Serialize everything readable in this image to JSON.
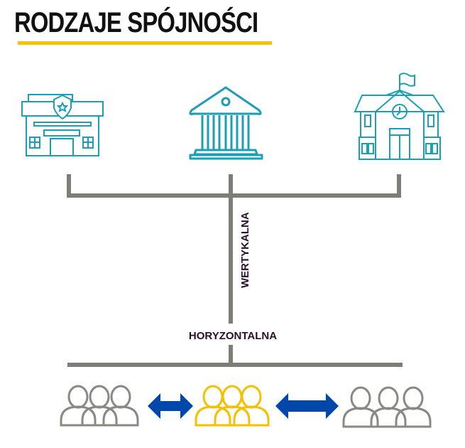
{
  "title": "RODZAJE SPÓJNOŚCI",
  "labels": {
    "vertical": "WERTYKALNA",
    "horizontal": "HORYZONTALNA"
  },
  "icons": {
    "top": [
      "police-station-icon",
      "government-building-icon",
      "school-icon"
    ],
    "bottom": [
      "people-group-icon",
      "double-arrow-icon",
      "people-group-icon",
      "double-arrow-icon",
      "people-group-icon"
    ]
  },
  "colors": {
    "accent": "#f5c400",
    "icon": "#1a9fb5",
    "line": "#7f7d77",
    "arrow": "#0047ab",
    "group_highlight": "#f5c000",
    "group_neutral": "#8a8882",
    "label": "#2a0f2a"
  }
}
